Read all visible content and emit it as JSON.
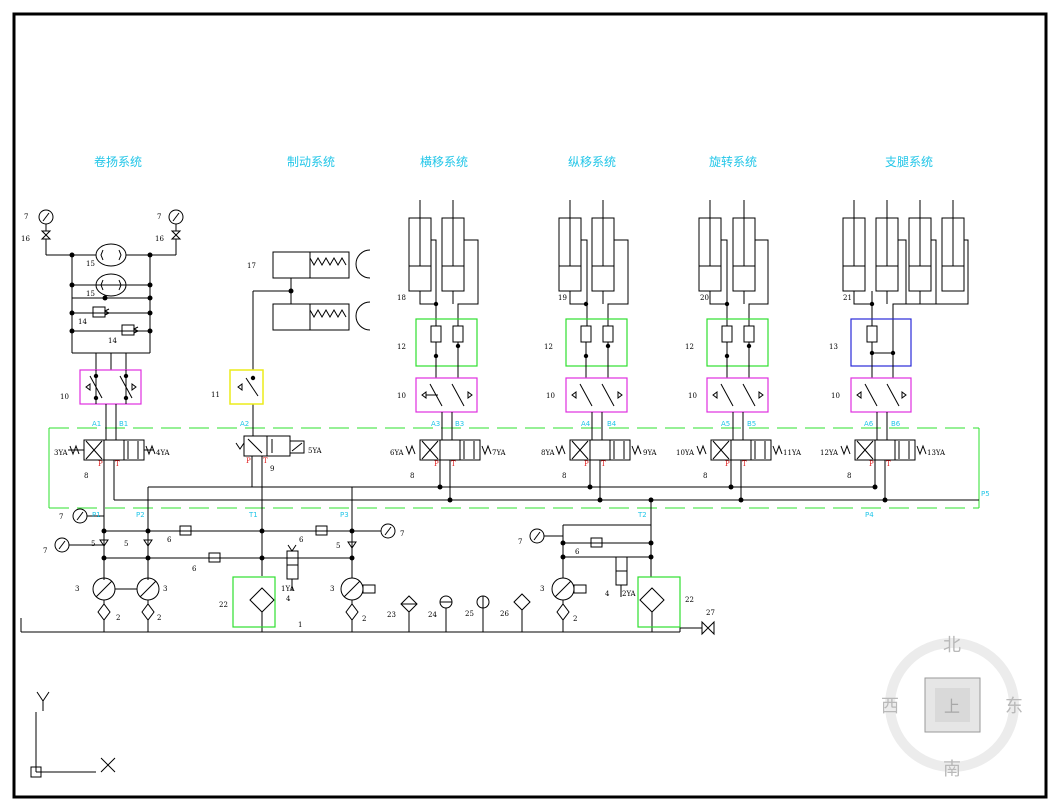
{
  "systems": [
    "卷扬系统",
    "制动系统",
    "横移系统",
    "纵移系统",
    "旋转系统",
    "支腿系统"
  ],
  "component_numbers": {
    "n1": "1",
    "n2": "2",
    "n3": "3",
    "n4": "4",
    "n5": "5",
    "n6": "6",
    "n7": "7",
    "n8": "8",
    "n9": "9",
    "n10": "10",
    "n11": "11",
    "n12": "12",
    "n13": "13",
    "n14": "14",
    "n15": "15",
    "n16": "16",
    "n17": "17",
    "n18": "18",
    "n19": "19",
    "n20": "20",
    "n21": "21",
    "n22": "22",
    "n23": "23",
    "n24": "24",
    "n25": "25",
    "n26": "26",
    "n27": "27"
  },
  "ports": {
    "A1": "A1",
    "B1": "B1",
    "A2": "A2",
    "A3": "A3",
    "B3": "B3",
    "A4": "A4",
    "B4": "B4",
    "A5": "A5",
    "B5": "B5",
    "A6": "A6",
    "B6": "B6",
    "P1": "P1",
    "P2": "P2",
    "P3": "P3",
    "P4": "P4",
    "P5": "P5",
    "T1": "T1",
    "T2": "T2",
    "P": "P",
    "T": "T"
  },
  "coils": [
    "3YA",
    "4YA",
    "5YA",
    "6YA",
    "7YA",
    "8YA",
    "9YA",
    "10YA",
    "11YA",
    "12YA",
    "13YA",
    "1YA",
    "2YA"
  ],
  "compass": {
    "north": "北",
    "south": "南",
    "west": "西",
    "east": "东",
    "center": "上"
  },
  "ucs": {
    "y": "Y",
    "x": "X"
  },
  "colors": {
    "title": "#22c6e8",
    "port": "#22c6e8",
    "pt_label": "#e21b1b",
    "green_box": "#2ee02e",
    "magenta_box": "#e02ee0",
    "yellow_box": "#ecec1a",
    "blue_box": "#2a2ad8",
    "compass": "#b9b9b9"
  }
}
